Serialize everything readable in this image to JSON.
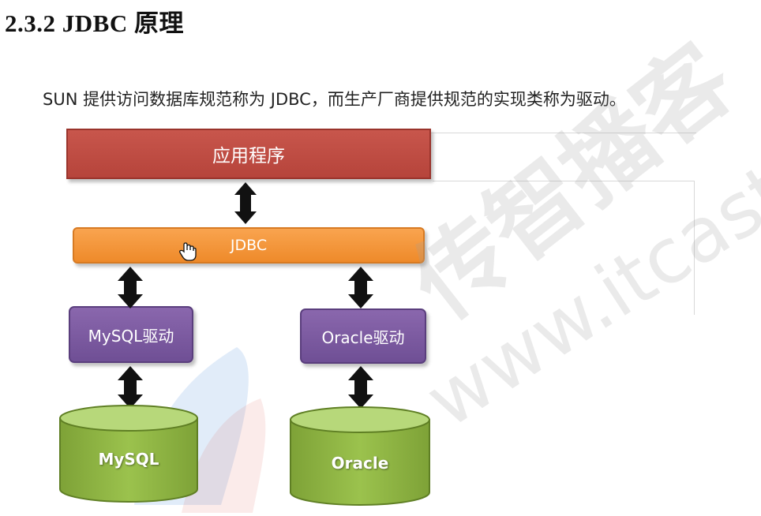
{
  "heading": "2.3.2  JDBC 原理",
  "intro": "SUN 提供访问数据库规范称为 JDBC，而生产厂商提供规范的实现类称为驱动。",
  "diagram": {
    "application": "应用程序",
    "jdbc": "JDBC",
    "drivers": [
      {
        "label": "MySQL驱动"
      },
      {
        "label": "Oracle驱动"
      }
    ],
    "databases": [
      {
        "label": "MySQL"
      },
      {
        "label": "Oracle"
      }
    ]
  },
  "watermark": {
    "text_cn": "传智播客",
    "text_url": "www.itcast.cn"
  },
  "colors": {
    "application": "#b6443b",
    "jdbc": "#ee8a2a",
    "driver": "#6f4f95",
    "database": "#8db33f",
    "arrow": "#111111"
  },
  "icons": [
    "hand-cursor-icon",
    "double-arrow-icon"
  ]
}
